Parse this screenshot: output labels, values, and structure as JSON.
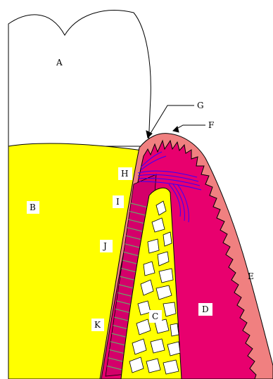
{
  "diagram": {
    "labels": {
      "a": "A",
      "b": "B",
      "c": "C",
      "d": "D",
      "e": "E",
      "f": "F",
      "g": "G",
      "h": "H",
      "i": "I",
      "j": "J",
      "k": "K"
    },
    "colors": {
      "dentin": "#ffff00",
      "gingiva": "#e8006e",
      "epithelium": "#f08080",
      "bone": "#ffff00",
      "fibers": "#3300ff",
      "pdl_fibers": "#66aa66",
      "outline": "#000000",
      "background": "#ffffff",
      "label_bg": "#ffffff"
    }
  }
}
